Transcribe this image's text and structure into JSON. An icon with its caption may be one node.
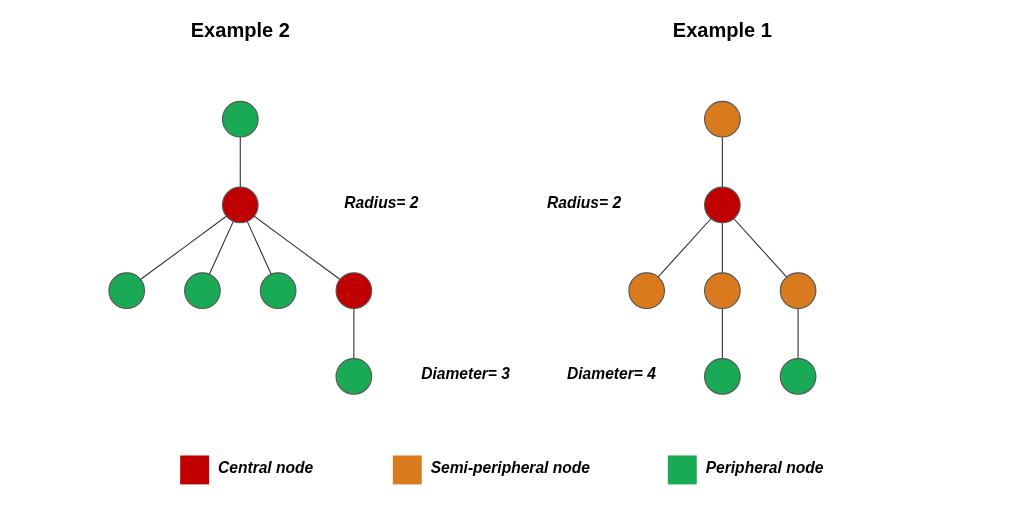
{
  "diagram": {
    "nodes": [
      {
        "text": [],
        "shape": "circle"
      },
      {
        "text": [],
        "shape": "circle"
      },
      {
        "text": [],
        "shape": "circle"
      },
      {
        "text": [],
        "shape": "circle"
      },
      {
        "text": [],
        "shape": "circle"
      },
      {
        "text": [],
        "shape": "circle"
      },
      {
        "text": [],
        "shape": "circle"
      },
      {
        "text": [],
        "shape": "circle"
      },
      {
        "text": [],
        "shape": "circle"
      },
      {
        "text": [],
        "shape": "circle"
      },
      {
        "text": [],
        "shape": "circle"
      },
      {
        "text": [],
        "shape": "circle"
      },
      {
        "text": [],
        "shape": "circle"
      },
      {
        "text": [],
        "shape": "circle"
      }
    ],
    "edges": [
      {
        "from": 0,
        "to": 1,
        "arrow": "none"
      },
      {
        "from": 1,
        "to": 2,
        "arrow": "none"
      },
      {
        "from": 1,
        "to": 3,
        "arrow": "none"
      },
      {
        "from": 1,
        "to": 4,
        "arrow": "none"
      },
      {
        "from": 3,
        "to": 5,
        "arrow": "none"
      },
      {
        "from": 4,
        "to": 6,
        "arrow": "none"
      },
      {
        "from": 7,
        "to": 8,
        "arrow": "none"
      },
      {
        "from": 8,
        "to": 9,
        "arrow": "none"
      },
      {
        "from": 8,
        "to": 10,
        "arrow": "none"
      },
      {
        "from": 8,
        "to": 11,
        "arrow": "none"
      },
      {
        "from": 8,
        "to": 12,
        "arrow": "none"
      },
      {
        "from": 12,
        "to": 13,
        "arrow": "none"
      }
    ],
    "labels": [
      "Example 1",
      "Radius= 2",
      "Diameter= 4",
      "Example 2",
      "Radius= 2",
      "Diameter= 3"
    ],
    "legend": [
      {
        "text": "Central node",
        "color": "#c00000"
      },
      {
        "text": "Semi-peripheral node",
        "color": "#d97a1e"
      },
      {
        "text": "Peripheral node",
        "color": "#1aaa55"
      }
    ]
  }
}
